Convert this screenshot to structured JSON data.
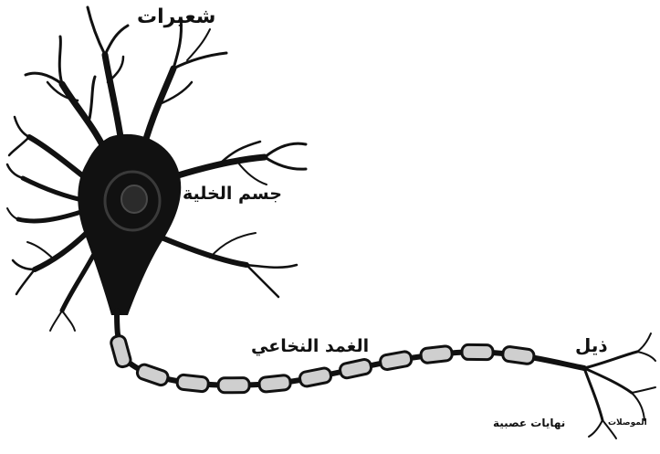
{
  "labels": {
    "dendrites": "شعيرات",
    "cell_body": "جسم الخلية",
    "myelin_sheath": "الغمد النخاعي",
    "tail": "ذيل",
    "nerve_endings": "نهايات عصبية",
    "connections": "الموصلات"
  },
  "colors": {
    "ink": "#111111",
    "sheath_fill": "#cfcfcf",
    "background": "#ffffff"
  }
}
